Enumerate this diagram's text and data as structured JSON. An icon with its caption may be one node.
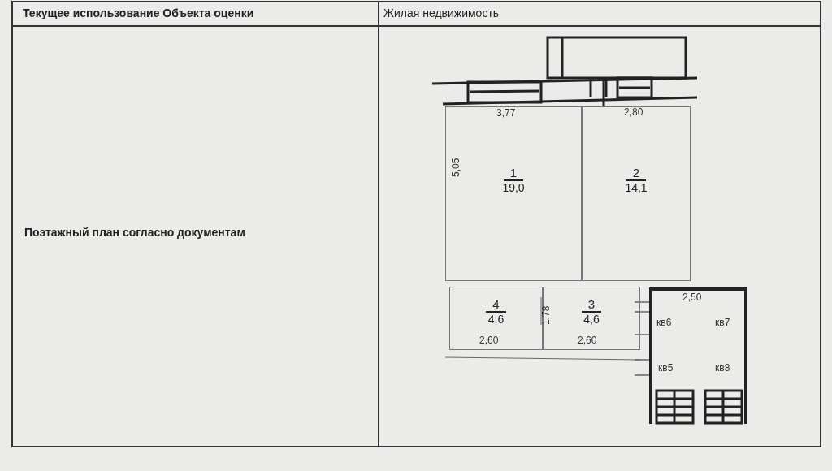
{
  "diagram": {
    "nodes": [
      {
        "text": [
          "1",
          "19,0"
        ]
      },
      {
        "text": [
          "2",
          "14,1"
        ]
      },
      {
        "text": [
          "4",
          "4,6"
        ]
      },
      {
        "text": [
          "3",
          "4,6"
        ]
      }
    ],
    "labels": [
      "Текущее использование Объекта оценки",
      "Жилая недвижимость",
      "Поэтажный план согласно документам",
      "3,77",
      "2,80",
      "5,05",
      "1,78",
      "2,60",
      "2,60",
      "2,50",
      "кв6",
      "кв7",
      "кв5",
      "кв8"
    ]
  }
}
